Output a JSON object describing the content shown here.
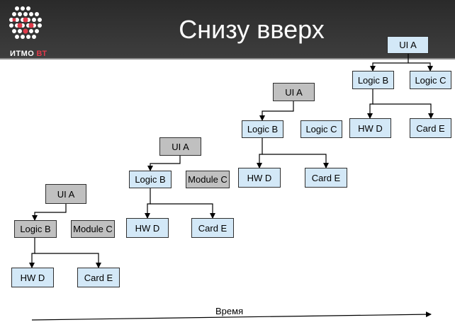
{
  "header": {
    "title": "Снизу вверх",
    "logo_text": "ИТМО",
    "logo_accent": "ВТ"
  },
  "diagrams": [
    {
      "ui": "UI  A",
      "logic_b": "Logic  B",
      "module": "Module  C",
      "hw": "HW  D",
      "card": "Card  E"
    },
    {
      "ui": "UI  A",
      "logic_b": "Logic  B",
      "module": "Module  C",
      "hw": "HW  D",
      "card": "Card  E"
    },
    {
      "ui": "UI  A",
      "logic_b": "Logic  B",
      "logic_c": "Logic  C",
      "hw": "HW  D",
      "card": "Card  E"
    },
    {
      "ui": "UI  A",
      "logic_b": "Logic  B",
      "logic_c": "Logic  C",
      "hw": "HW  D",
      "card": "Card  E"
    }
  ],
  "timeline": {
    "label": "Время"
  },
  "colors": {
    "blue_box": "#d3e8f7",
    "gray_box": "#c0c0c0",
    "accent": "#e03a4a"
  }
}
